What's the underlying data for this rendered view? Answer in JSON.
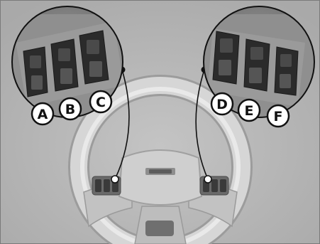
{
  "callouts": {
    "left": [
      {
        "letter": "A"
      },
      {
        "letter": "B"
      },
      {
        "letter": "C"
      }
    ],
    "right": [
      {
        "letter": "D"
      },
      {
        "letter": "E"
      },
      {
        "letter": "F"
      }
    ]
  },
  "colors": {
    "background": "#b9b9b9",
    "wheel_rim": "#d4d4d4",
    "wheel_hub": "#c8c8c8",
    "button_dark": "#2b2b2b",
    "callout_fill": "#ffffff",
    "callout_stroke": "#111111"
  },
  "icons": [
    "steering-wheel-icon",
    "switch-button-icon",
    "leader-dot-icon"
  ]
}
